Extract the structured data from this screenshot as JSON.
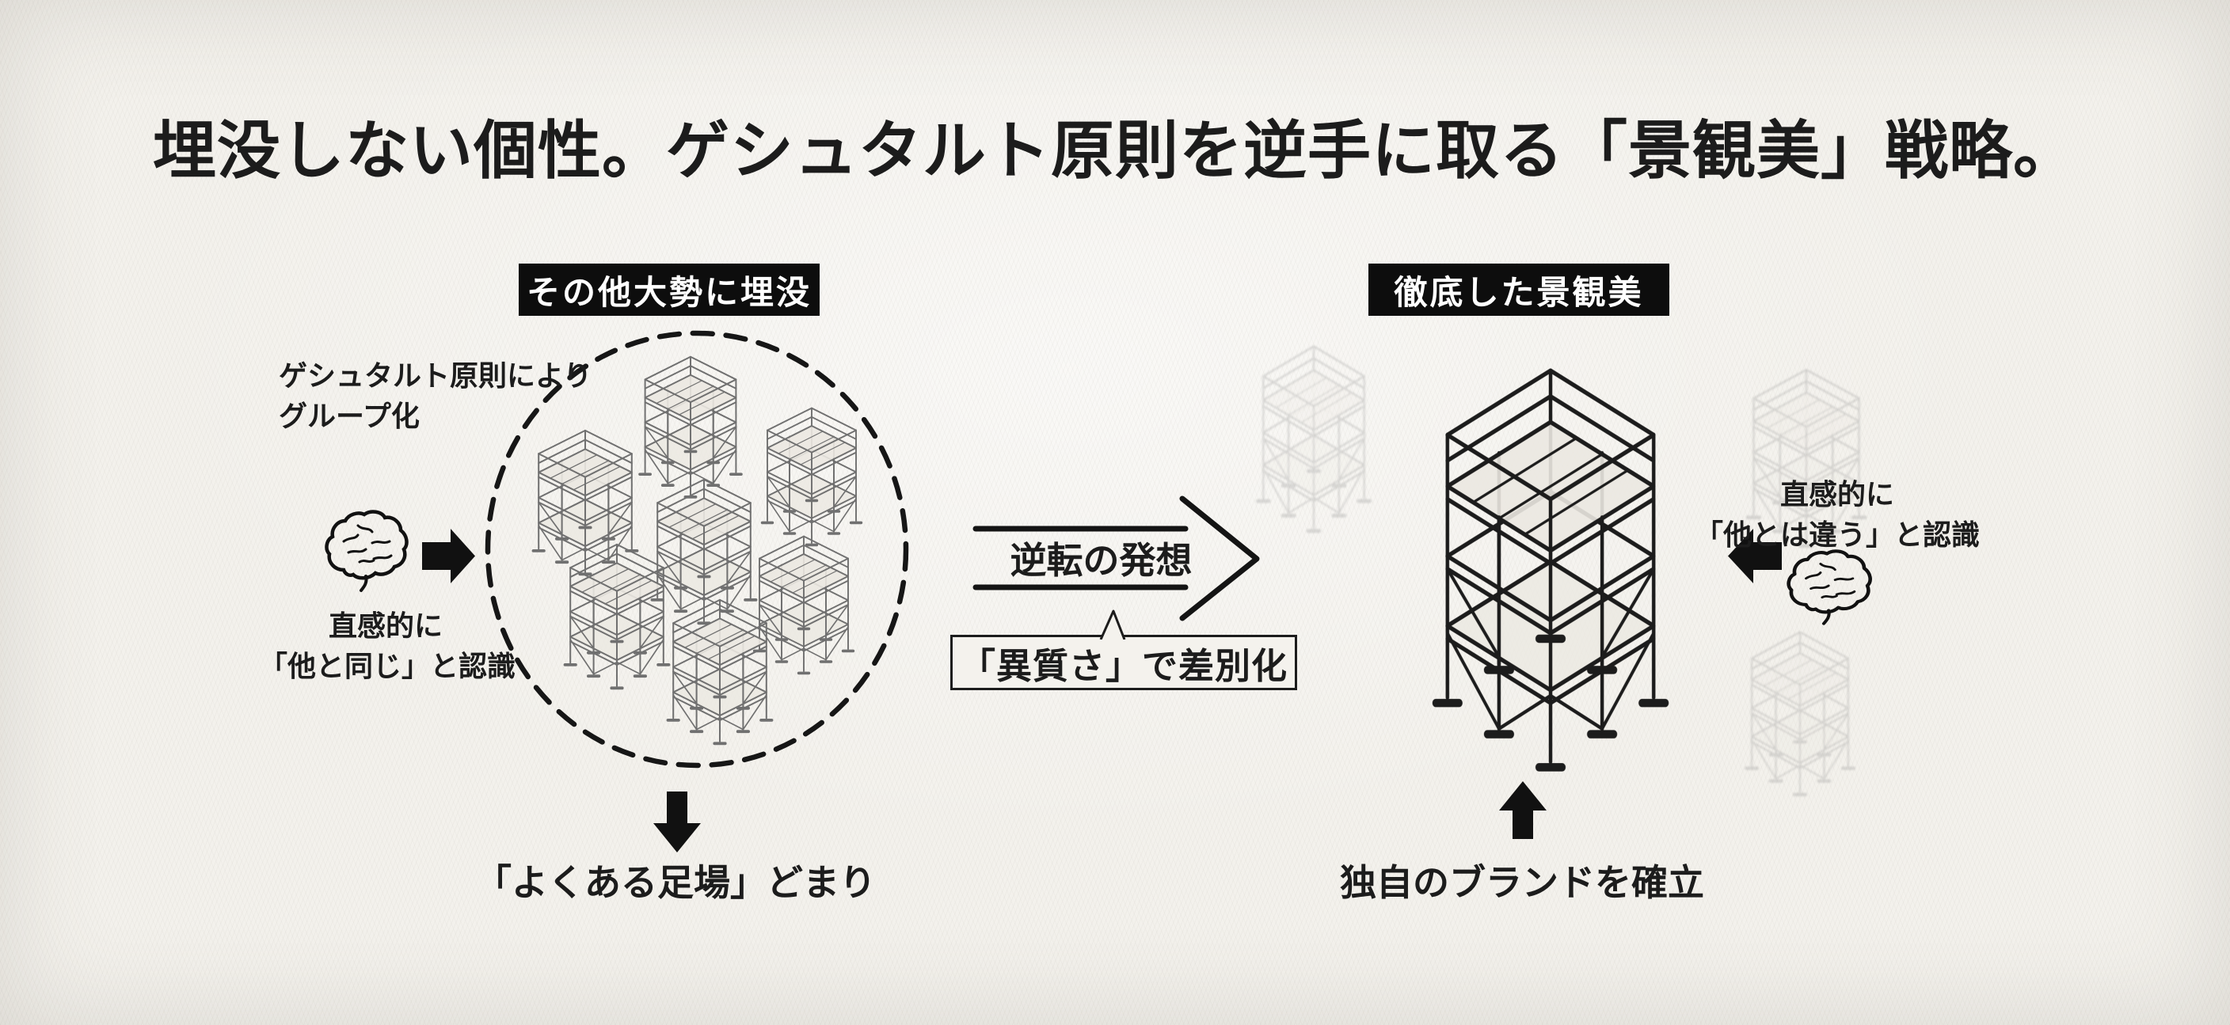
{
  "title": "埋没しない個性。ゲシュタルト原則を逆手に取る「景観美」戦略。",
  "left_section": {
    "header": "その他大勢に埋没",
    "group_line1": "ゲシュタルト原則により",
    "group_line2": "グループ化",
    "percept_line1": "直感的に",
    "percept_line2": "「他と同じ」と認識",
    "outcome": "「よくある足場」どまり"
  },
  "center": {
    "arrow_label": "逆転の発想",
    "callout": "「異質さ」で差別化"
  },
  "right_section": {
    "header": "徹底した景観美",
    "percept_line1": "直感的に",
    "percept_line2": "「他とは違う」と認識",
    "outcome": "独自のブランドを確立"
  },
  "icons": {
    "brain_left": "brain-icon",
    "brain_right": "brain-icon",
    "arrow_right": "arrow-right-icon",
    "arrow_left": "arrow-left-icon",
    "arrow_down": "arrow-down-icon",
    "arrow_up": "arrow-up-icon"
  },
  "colors": {
    "ink": "#1c1c1c",
    "paper": "#f3f1ec",
    "header_bg": "#0d0d0d",
    "header_text": "#ffffff",
    "sketch_gray": "#707070",
    "ghost_gray": "#8a8a8a"
  }
}
